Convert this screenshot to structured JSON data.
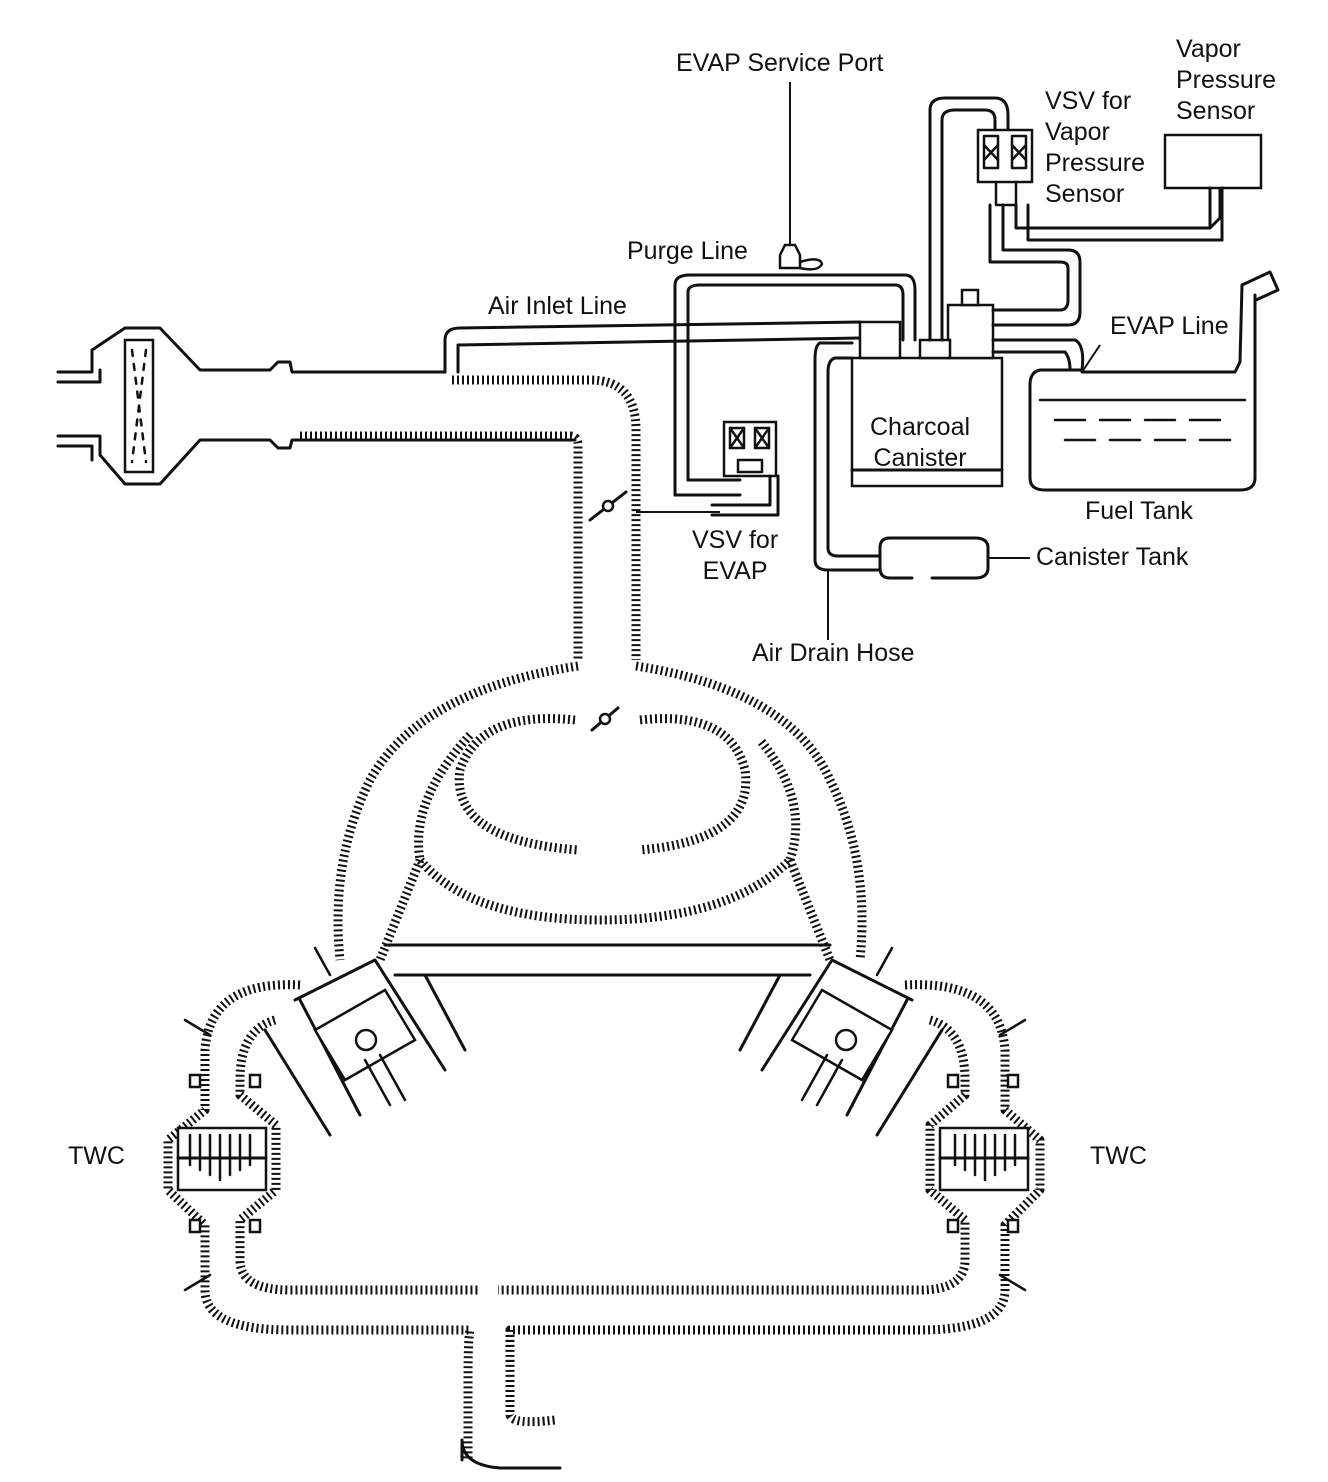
{
  "labels": {
    "evap_service_port": "EVAP Service Port",
    "vapor_pressure_sensor": "Vapor\nPressure\nSensor",
    "vsv_vapor_pressure_sensor": "VSV for\nVapor\nPressure\nSensor",
    "purge_line": "Purge Line",
    "air_inlet_line": "Air Inlet Line",
    "evap_line": "EVAP Line",
    "charcoal_canister": "Charcoal\nCanister",
    "fuel_tank": "Fuel Tank",
    "vsv_evap": "VSV for\nEVAP",
    "canister_tank": "Canister Tank",
    "air_drain_hose": "Air Drain Hose",
    "twc_left": "TWC",
    "twc_right": "TWC"
  },
  "colors": {
    "line": "#111111",
    "background": "#ffffff"
  }
}
